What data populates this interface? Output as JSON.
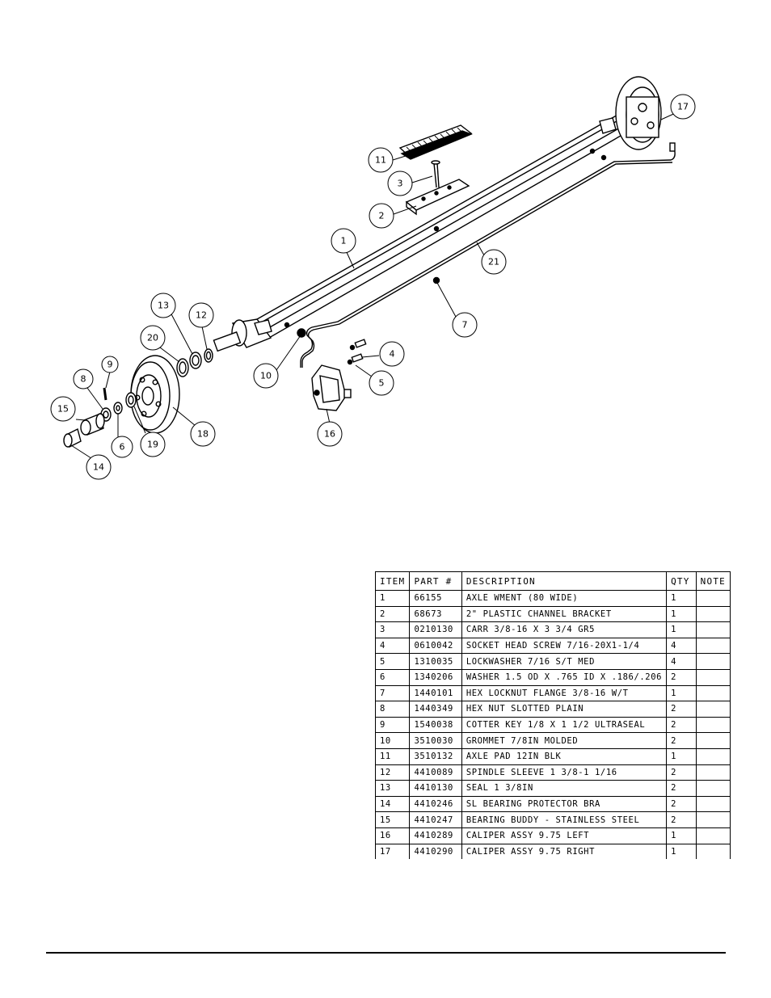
{
  "callouts": [
    "1",
    "2",
    "3",
    "4",
    "5",
    "6",
    "7",
    "8",
    "9",
    "10",
    "11",
    "12",
    "13",
    "14",
    "15",
    "16",
    "17",
    "18",
    "19",
    "20",
    "21"
  ],
  "table": {
    "headers": [
      "ITEM",
      "PART #",
      "DESCRIPTION",
      "QTY",
      "NOTE"
    ],
    "rows": [
      [
        "1",
        "66155",
        "AXLE WMENT (80 WIDE)",
        "1",
        ""
      ],
      [
        "2",
        "68673",
        "2\" PLASTIC CHANNEL BRACKET",
        "1",
        ""
      ],
      [
        "3",
        "0210130",
        "CARR 3/8-16 X 3 3/4 GR5",
        "1",
        ""
      ],
      [
        "4",
        "0610042",
        "SOCKET HEAD SCREW 7/16-20X1-1/4",
        "4",
        ""
      ],
      [
        "5",
        "1310035",
        "LOCKWASHER 7/16 S/T MED",
        "4",
        ""
      ],
      [
        "6",
        "1340206",
        "WASHER 1.5 OD X .765 ID X .186/.206",
        "2",
        ""
      ],
      [
        "7",
        "1440101",
        "HEX LOCKNUT FLANGE 3/8-16 W/T",
        "1",
        ""
      ],
      [
        "8",
        "1440349",
        "HEX NUT SLOTTED PLAIN",
        "2",
        ""
      ],
      [
        "9",
        "1540038",
        "COTTER KEY 1/8 X 1 1/2 ULTRASEAL",
        "2",
        ""
      ],
      [
        "10",
        "3510030",
        "GROMMET  7/8IN MOLDED",
        "2",
        ""
      ],
      [
        "11",
        "3510132",
        "AXLE PAD 12IN  BLK",
        "1",
        ""
      ],
      [
        "12",
        "4410089",
        "SPINDLE SLEEVE  1 3/8-1 1/16",
        "2",
        ""
      ],
      [
        "13",
        "4410130",
        "SEAL  1 3/8IN",
        "2",
        ""
      ],
      [
        "14",
        "4410246",
        "SL BEARING PROTECTOR BRA",
        "2",
        ""
      ],
      [
        "15",
        "4410247",
        "BEARING BUDDY - STAINLESS STEEL",
        "2",
        ""
      ],
      [
        "16",
        "4410289",
        "CALIPER ASSY 9.75 LEFT",
        "1",
        ""
      ],
      [
        "17",
        "4410290",
        "CALIPER ASSY 9.75 RIGHT",
        "1",
        ""
      ]
    ]
  }
}
